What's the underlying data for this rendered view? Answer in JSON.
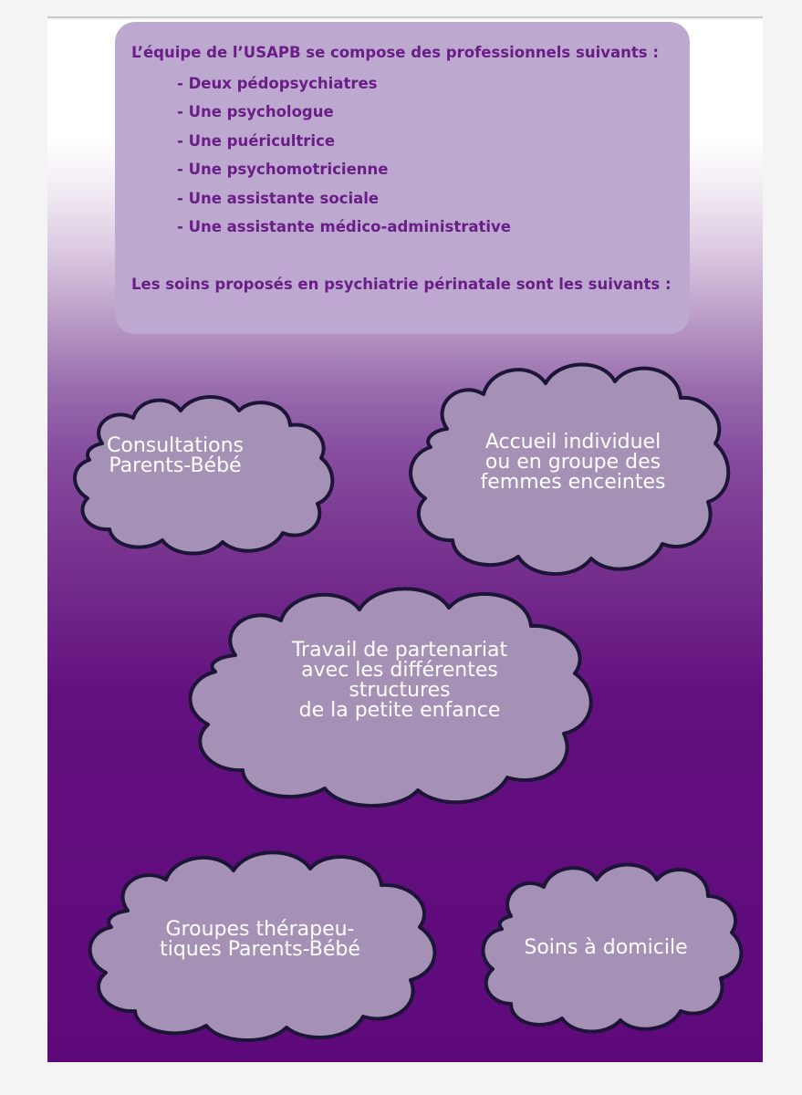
{
  "intro": {
    "team_heading": "L’équipe de l’USAPB se compose des professionnels suivants :",
    "team_members": [
      "- Deux pédopsychiatres",
      "- Une psychologue",
      "- Une puéricultrice",
      "- Une psychomotricienne",
      "- Une assistante sociale",
      "- Une assistante médico-administrative"
    ],
    "care_heading": "Les soins proposés en psychiatrie périnatale sont les suivants :"
  },
  "care_clouds": [
    {
      "lines": [
        "Consultations",
        "Parents-Bébé"
      ]
    },
    {
      "lines": [
        "Accueil individuel",
        "ou en groupe des",
        "femmes enceintes"
      ]
    },
    {
      "lines": [
        "Travail de partenariat",
        "avec les différentes",
        "structures",
        "de la petite enfance"
      ]
    },
    {
      "lines": [
        "Groupes thérapeu-",
        "tiques Parents-Bébé"
      ]
    },
    {
      "lines": [
        "Soins à domicile"
      ]
    }
  ],
  "colors": {
    "heading_text": "#6a1d87",
    "intro_box": "#bda9cf",
    "cloud_fill": "#a591b6",
    "cloud_outline": "#1c1538",
    "poster_dark": "#5f0a7b",
    "cloud_text": "#ffffff"
  }
}
